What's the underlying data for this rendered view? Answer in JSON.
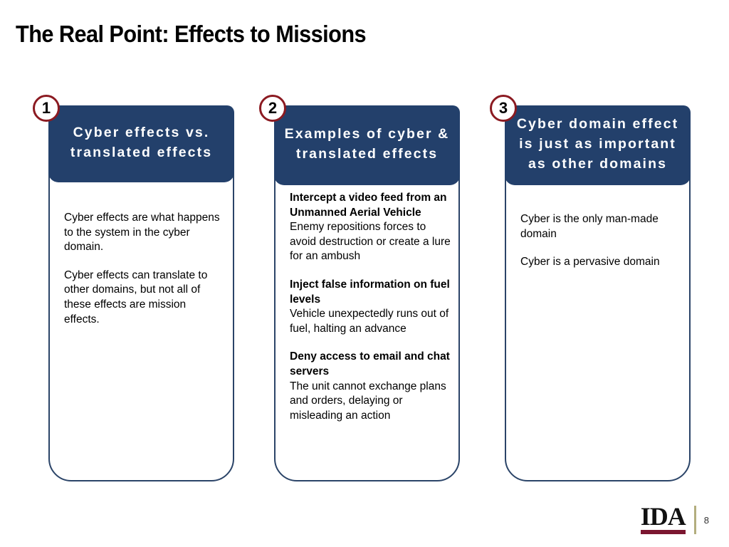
{
  "slide": {
    "title": "The Real Point: Effects to Missions",
    "page_number": "8",
    "colors": {
      "navy": "#23406b",
      "navy_border": "#2b4468",
      "badge_ring": "#8b1a21",
      "logo_maroon": "#7b1630",
      "logo_divider": "#b3ae7e",
      "background": "#ffffff"
    }
  },
  "cards": [
    {
      "badge": "1",
      "header": "Cyber effects vs. translated effects",
      "paragraphs": [
        "Cyber effects are what happens to the system in the cyber domain.",
        "Cyber effects can translate to other domains, but not all of these effects are mission effects."
      ]
    },
    {
      "badge": "2",
      "header": "Examples of cyber & translated effects",
      "examples": [
        {
          "title": "Intercept a video feed from an Unmanned Aerial Vehicle",
          "description": "Enemy repositions forces to avoid destruction or create a lure for an ambush"
        },
        {
          "title": "Inject false information on fuel levels",
          "description": "Vehicle unexpectedly runs out of fuel, halting an advance"
        },
        {
          "title": "Deny access to email and chat servers",
          "description": "The unit cannot exchange plans and orders, delaying or misleading an action"
        }
      ]
    },
    {
      "badge": "3",
      "header": "Cyber domain effect is just as important as other domains",
      "paragraphs": [
        "Cyber is the only man-made domain",
        "Cyber is a pervasive domain"
      ]
    }
  ],
  "footer": {
    "logo_text": "IDA",
    "page_number": "8"
  }
}
